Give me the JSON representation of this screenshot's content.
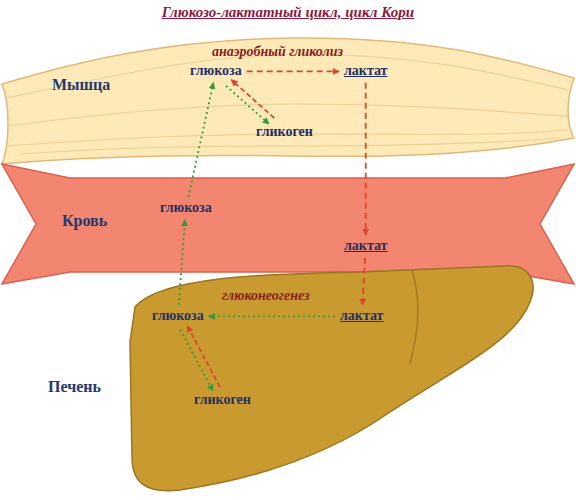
{
  "diagram": {
    "title": "Глюкозо-лактатный цикл, цикл Кори",
    "nodes": [
      {
        "text": [
          "Мышца",
          "анаэробный гликолиз"
        ]
      },
      {
        "text": [
          "глюкоза"
        ],
        "in": 0
      },
      {
        "text": [
          "лактат"
        ],
        "in": 0
      },
      {
        "text": [
          "гликоген"
        ],
        "in": 0
      },
      {
        "text": [
          "Кровь"
        ]
      },
      {
        "text": [
          "глюкоза"
        ],
        "in": 4
      },
      {
        "text": [
          "лактат"
        ],
        "in": 4
      },
      {
        "text": [
          "Печень",
          "глюконеогенез"
        ]
      },
      {
        "text": [
          "глюкоза"
        ],
        "in": 7
      },
      {
        "text": [
          "лактат"
        ],
        "in": 7
      },
      {
        "text": [
          "гликоген"
        ],
        "in": 7
      }
    ],
    "edges": [
      {
        "from": 1,
        "to": 2,
        "arrow": "to"
      },
      {
        "from": 2,
        "to": 6,
        "arrow": "to"
      },
      {
        "from": 6,
        "to": 9,
        "arrow": "to"
      },
      {
        "from": 9,
        "to": 8,
        "arrow": "to"
      },
      {
        "from": 8,
        "to": 5,
        "arrow": "to"
      },
      {
        "from": 5,
        "to": 1,
        "arrow": "to"
      },
      {
        "from": 1,
        "to": 3,
        "arrow": "to"
      },
      {
        "from": 3,
        "to": 1,
        "arrow": "to"
      },
      {
        "from": 8,
        "to": 10,
        "arrow": "to"
      },
      {
        "from": 10,
        "to": 8,
        "arrow": "to"
      }
    ]
  }
}
